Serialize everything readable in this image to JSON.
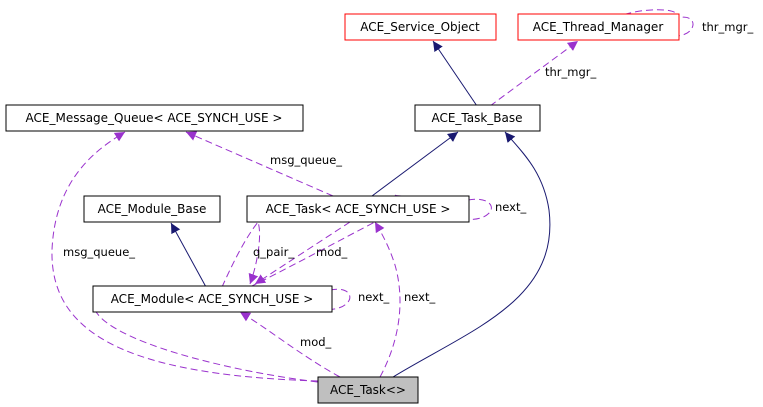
{
  "diagram": {
    "nodes": {
      "service_object": {
        "label": "ACE_Service_Object"
      },
      "thread_manager": {
        "label": "ACE_Thread_Manager"
      },
      "message_queue": {
        "label": "ACE_Message_Queue< ACE_SYNCH_USE >"
      },
      "task_base": {
        "label": "ACE_Task_Base"
      },
      "module_base": {
        "label": "ACE_Module_Base"
      },
      "task_synch": {
        "label": "ACE_Task< ACE_SYNCH_USE >"
      },
      "module_synch": {
        "label": "ACE_Module< ACE_SYNCH_USE >"
      },
      "task_root": {
        "label": "ACE_Task<>"
      }
    },
    "edge_labels": {
      "thr_mgr_self": "thr_mgr_",
      "thr_mgr_taskbase": "thr_mgr_",
      "msg_queue_task": "msg_queue_",
      "next_task_self": "next_",
      "msg_queue_root": "msg_queue_",
      "q_pair": "q_pair_",
      "mod_task": "mod_",
      "next_module_self": "next_",
      "next_root": "next_",
      "mod_root": "mod_"
    },
    "colors": {
      "inheritance": "#191970",
      "usage": "#9a32cd",
      "node_border_red": "#ff0000",
      "node_border_black": "#000000",
      "root_fill": "#bfbfbf"
    }
  }
}
